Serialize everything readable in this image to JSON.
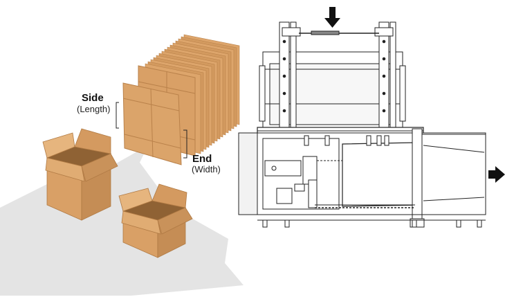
{
  "labels": {
    "side": "Side",
    "side_sub": "(Length)",
    "end": "End",
    "end_sub": "(Width)"
  },
  "icons": {
    "input_arrow": "down-arrow-icon",
    "output_arrow": "right-arrow-icon"
  },
  "colors": {
    "cardboard": "#D9A066",
    "cardboard_dark": "#B9814A",
    "cardboard_light": "#E6B57E",
    "floor_arrow": "#E4E4E4",
    "machine_line": "#222222"
  }
}
